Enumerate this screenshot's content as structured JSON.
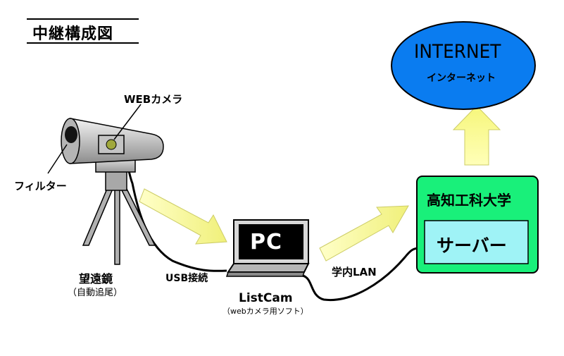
{
  "title": "中継構成図",
  "labels": {
    "web_camera": "WEBカメラ",
    "filter": "フィルター",
    "telescope": "望遠鏡",
    "telescope_note": "（自動追尾）",
    "usb": "USB接続",
    "pc": "PC",
    "software": "ListCam",
    "software_note": "（webカメラ用ソフト）",
    "lan": "学内LAN",
    "university": "高知工科大学",
    "server": "サーバー",
    "internet": "INTERNET",
    "internet_kana": "インターネット"
  },
  "colors": {
    "internet_fill": "#0a7cf0",
    "server_box_fill": "#19f07a",
    "server_inner_fill": "#9ff3f6",
    "arrow_fill": "#ffff99",
    "pc_screen": "#000000",
    "telescope_body": "#c8c8c8"
  }
}
